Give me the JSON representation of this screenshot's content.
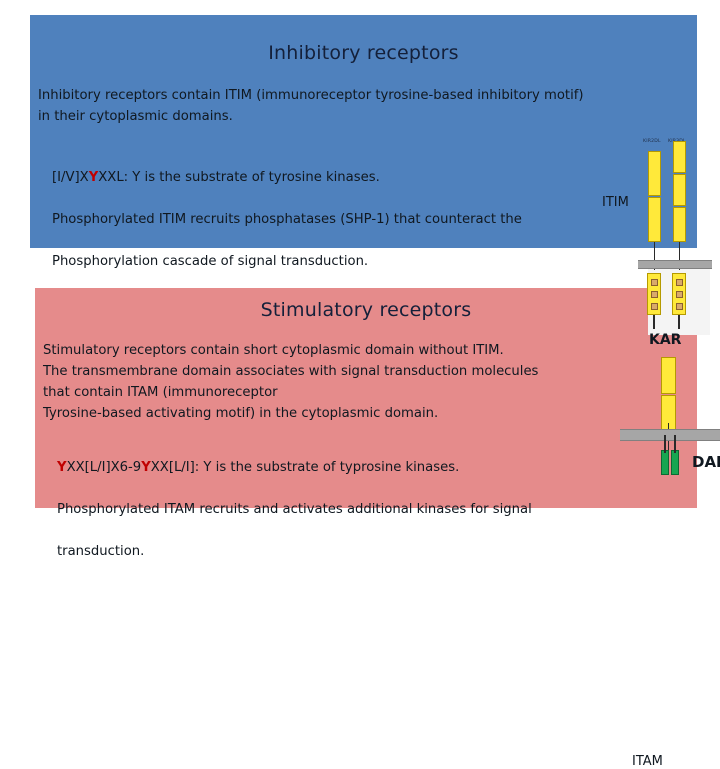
{
  "slide": {
    "background": "#ffffff"
  },
  "inhibitory": {
    "panel_color": "#4f81bd",
    "title": "Inhibitory receptors",
    "intro": "Inhibitory receptors contain ITIM (immunoreceptor tyrosine-based inhibitory motif)\nin their cytoplasmic domains.",
    "motif": {
      "prefix": "[I/V]X",
      "highlight": "Y",
      "suffix": "XXL: Y is the substrate of tyrosine kinases.",
      "line2": "Phosphorylated ITIM recruits phosphatases (SHP-1) that counteract the",
      "line3": "Phosphorylation cascade of signal transduction."
    },
    "itim_label": "ITIM"
  },
  "stimulatory": {
    "panel_color": "#e58b8b",
    "title": "Stimulatory receptors",
    "intro": "Stimulatory receptors contain short cytoplasmic domain without ITIM.\nThe transmembrane domain associates with signal transduction molecules\nthat contain ITAM (immunoreceptor\nTyrosine-based activating motif) in the cytoplasmic domain.",
    "motif": {
      "highlight1": "Y",
      "mid1": "XX[L/I]X6-9",
      "highlight2": "Y",
      "mid2": "XX[L/I]: Y is the substrate of typrosine kinases.",
      "line2": "Phosphorylated ITAM recruits and activates additional kinases for signal",
      "line3": "transduction."
    },
    "itam_label": "ITAM"
  },
  "diagram": {
    "kir_label_left": "KIR2DL",
    "kir_label_right": "KIR3DL",
    "kar_label": "KAR",
    "dap_label": "DAP",
    "colors": {
      "ig_domain": "#ffe93a",
      "membrane": "#a6a6a6",
      "itim_segment": "#d9a96b",
      "dap_adaptor": "#18a651",
      "stalk": "#2a2a2a"
    }
  }
}
